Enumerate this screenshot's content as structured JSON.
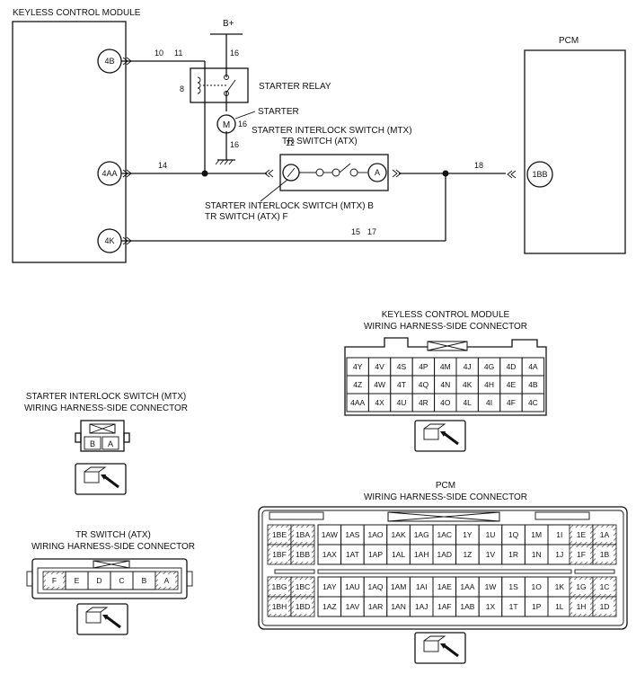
{
  "schematic": {
    "kcm_title": "KEYLESS CONTROL MODULE",
    "pcm_title": "PCM",
    "b_plus": "B+",
    "starter_relay": "STARTER RELAY",
    "starter": "STARTER",
    "motor_symbol": "M",
    "switch_title_1": "STARTER INTERLOCK SWITCH (MTX)",
    "switch_title_2": "TR SWITCH (ATX)",
    "switch_term_line1": "STARTER INTERLOCK SWITCH (MTX)  B",
    "switch_term_line2": "TR SWITCH (ATX)   F",
    "switch_term_a": "A",
    "pins": {
      "p4B": "4B",
      "p4AA": "4AA",
      "p4K": "4K",
      "p1BB": "1BB"
    },
    "circuits": {
      "c10": "10",
      "c11": "11",
      "c16a": "16",
      "c16b": "16",
      "c16c": "16",
      "c8": "8",
      "c12": "12",
      "c14": "14",
      "c18": "18",
      "c15": "15",
      "c17": "17"
    }
  },
  "kcm_connector": {
    "title_1": "KEYLESS CONTROL MODULE",
    "title_2": "WIRING HARNESS-SIDE CONNECTOR",
    "rows": [
      [
        "4Y",
        "4V",
        "4S",
        "4P",
        "4M",
        "4J",
        "4G",
        "4D",
        "4A"
      ],
      [
        "4Z",
        "4W",
        "4T",
        "4Q",
        "4N",
        "4K",
        "4H",
        "4E",
        "4B"
      ],
      [
        "4AA",
        "4X",
        "4U",
        "4R",
        "4O",
        "4L",
        "4I",
        "4F",
        "4C"
      ]
    ]
  },
  "sis_connector": {
    "title_1": "STARTER INTERLOCK SWITCH (MTX)",
    "title_2": "WIRING HARNESS-SIDE CONNECTOR",
    "pins": [
      "B",
      "A"
    ]
  },
  "tr_connector": {
    "title_1": "TR SWITCH (ATX)",
    "title_2": "WIRING HARNESS-SIDE CONNECTOR",
    "pins": [
      "F",
      "E",
      "D",
      "C",
      "B",
      "A"
    ]
  },
  "pcm_connector": {
    "title_1": "PCM",
    "title_2": "WIRING HARNESS-SIDE CONNECTOR",
    "left_top": [
      [
        "1BE",
        "1BA"
      ],
      [
        "1BF",
        "1BB"
      ]
    ],
    "mid_top": [
      [
        "1AW",
        "1AS",
        "1AO",
        "1AK",
        "1AG",
        "1AC",
        "1Y",
        "1U",
        "1Q",
        "1M",
        "1I"
      ],
      [
        "1AX",
        "1AT",
        "1AP",
        "1AL",
        "1AH",
        "1AD",
        "1Z",
        "1V",
        "1R",
        "1N",
        "1J"
      ]
    ],
    "right_top": [
      [
        "1E",
        "1A"
      ],
      [
        "1F",
        "1B"
      ]
    ],
    "left_bot": [
      [
        "1BG",
        "1BC"
      ],
      [
        "1BH",
        "1BD"
      ]
    ],
    "mid_bot": [
      [
        "1AY",
        "1AU",
        "1AQ",
        "1AM",
        "1AI",
        "1AE",
        "1AA",
        "1W",
        "1S",
        "1O",
        "1K"
      ],
      [
        "1AZ",
        "1AV",
        "1AR",
        "1AN",
        "1AJ",
        "1AF",
        "1AB",
        "1X",
        "1T",
        "1P",
        "1L"
      ]
    ],
    "right_bot": [
      [
        "1G",
        "1C"
      ],
      [
        "1H",
        "1D"
      ]
    ]
  }
}
